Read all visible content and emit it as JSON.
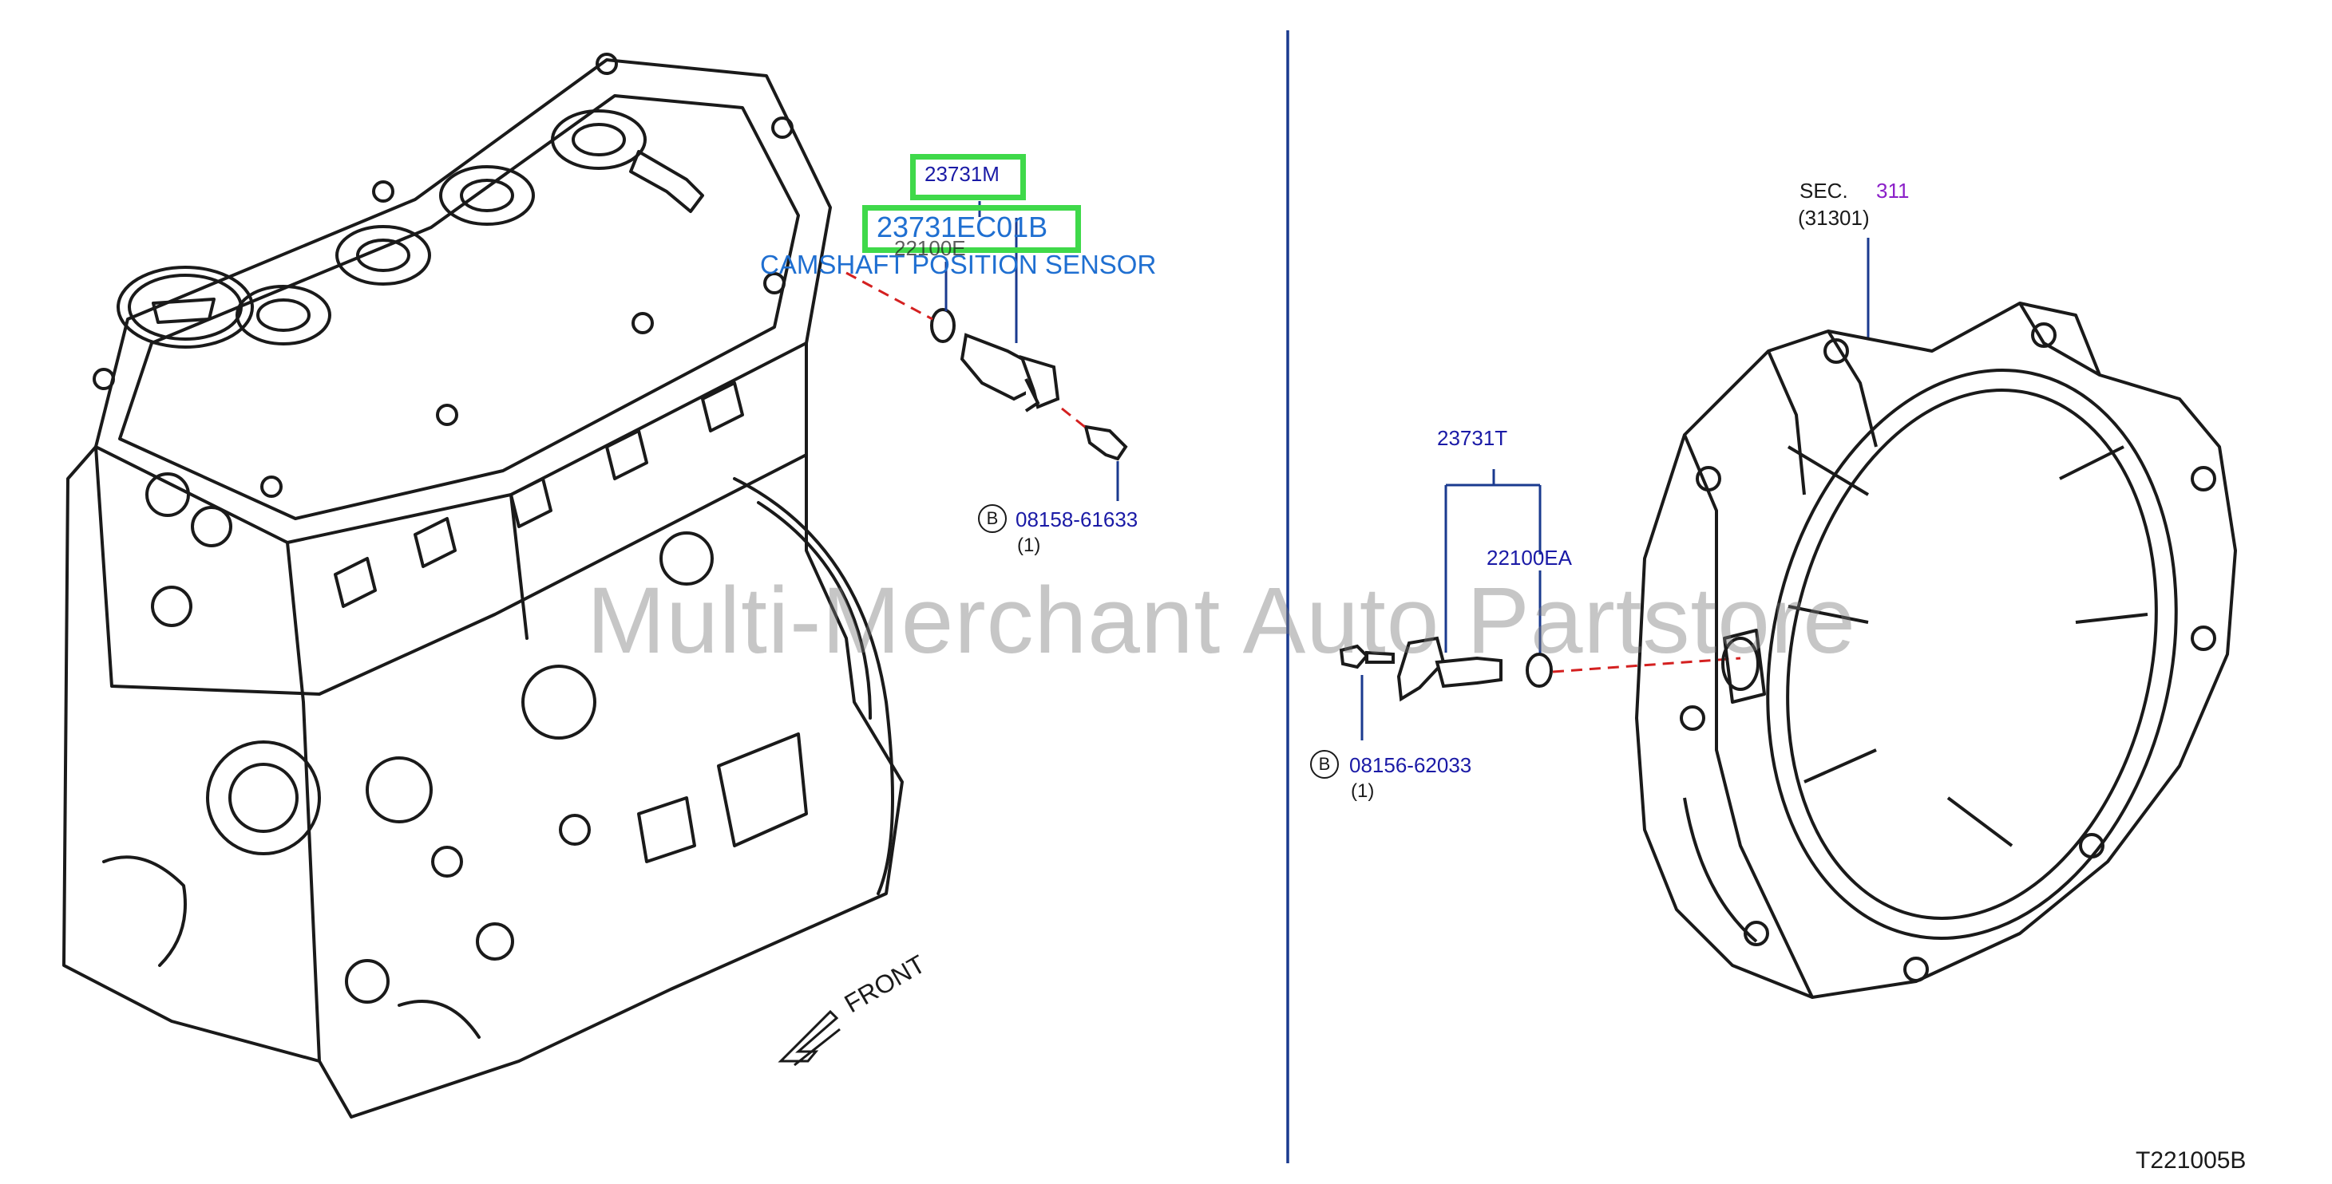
{
  "callouts": {
    "camshaft_part": "23731M",
    "highlight_part_number": "23731EC01B",
    "oring_left": "22100E",
    "sensor_name": "CAMSHAFT POSITION SENSOR",
    "bolt_left_number": "08158-61633",
    "bolt_left_qty": "(1)",
    "bolt_marker": "B",
    "crank_part": "23731T",
    "oring_right": "22100EA",
    "bolt_right_number": "08156-62033",
    "bolt_right_qty": "(1)",
    "section_prefix": "SEC.",
    "section_number": "311",
    "section_ref": "(31301)",
    "front_label": "FRONT",
    "diagram_code": "T221005B"
  },
  "watermark": "Multi-Merchant Auto Partstore",
  "colors": {
    "callout_text": "#1a1aa6",
    "leader_line": "#1a3a8f",
    "highlight": "#3fd94a",
    "dashed_line": "#d42020",
    "section_link": "#8b1fc8"
  }
}
